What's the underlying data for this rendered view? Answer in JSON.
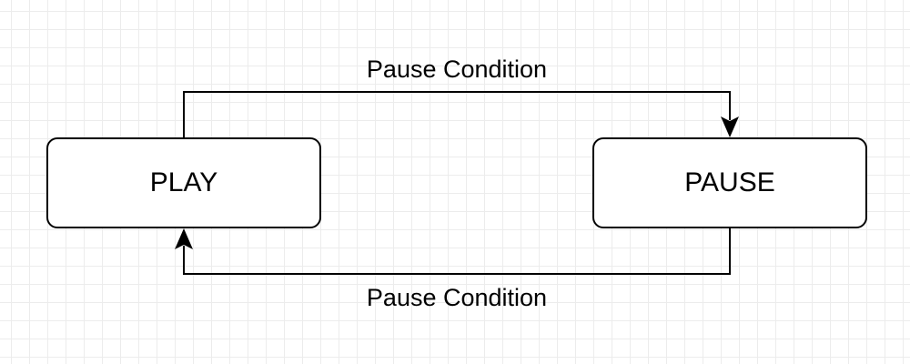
{
  "diagram": {
    "states": {
      "play": "PLAY",
      "pause": "PAUSE"
    },
    "transitions": [
      {
        "from": "PLAY",
        "to": "PAUSE",
        "label": "Pause Condition"
      },
      {
        "from": "PAUSE",
        "to": "PLAY",
        "label": "Pause Condition"
      }
    ]
  },
  "colors": {
    "background": "#ffffff",
    "grid": "#ececec",
    "stroke": "#000000"
  }
}
